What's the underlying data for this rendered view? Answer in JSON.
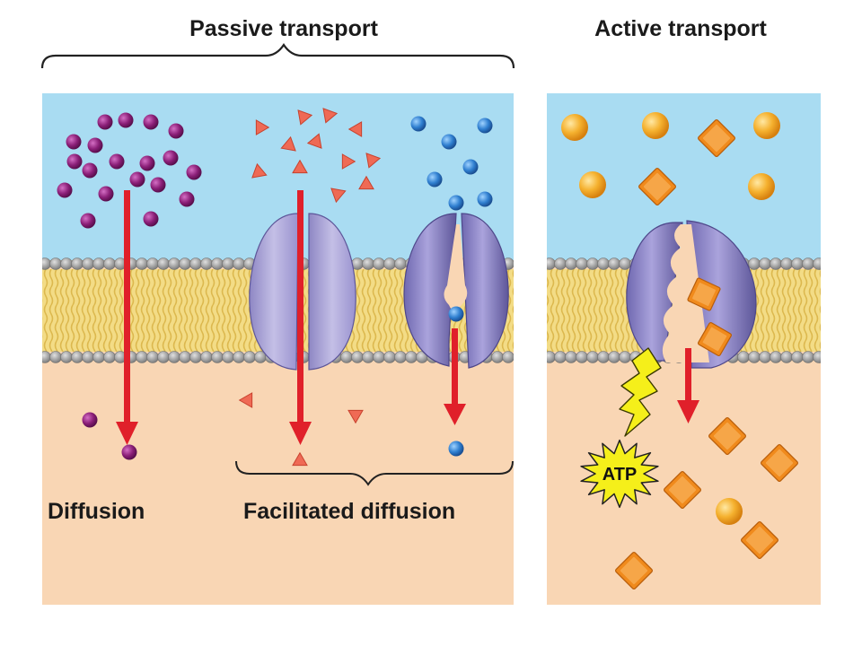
{
  "headings": {
    "passive": "Passive transport",
    "active": "Active transport"
  },
  "labels": {
    "diffusion": "Diffusion",
    "facilitated": "Facilitated diffusion",
    "atp": "ATP"
  },
  "colors": {
    "outside": "#a9dcf2",
    "inside": "#f9d6b4",
    "lipid_head": "#9b9b9b",
    "lipid_tail": "#e8c868",
    "arrow": "#e0202a",
    "diffusion_molecule": "#8b1f78",
    "triangle_molecule": "#ef6a55",
    "blue_molecule": "#2f7fd0",
    "sphere_molecule": "#f5a623",
    "diamond_molecule": "#f08a1c",
    "channel_protein": "#b3aedb",
    "carrier_protein": "#8e86c6",
    "atp_burst": "#f5ef1a"
  },
  "icons": {
    "brace": "curly-brace",
    "energy_bolt": "lightning-bolt-icon"
  }
}
